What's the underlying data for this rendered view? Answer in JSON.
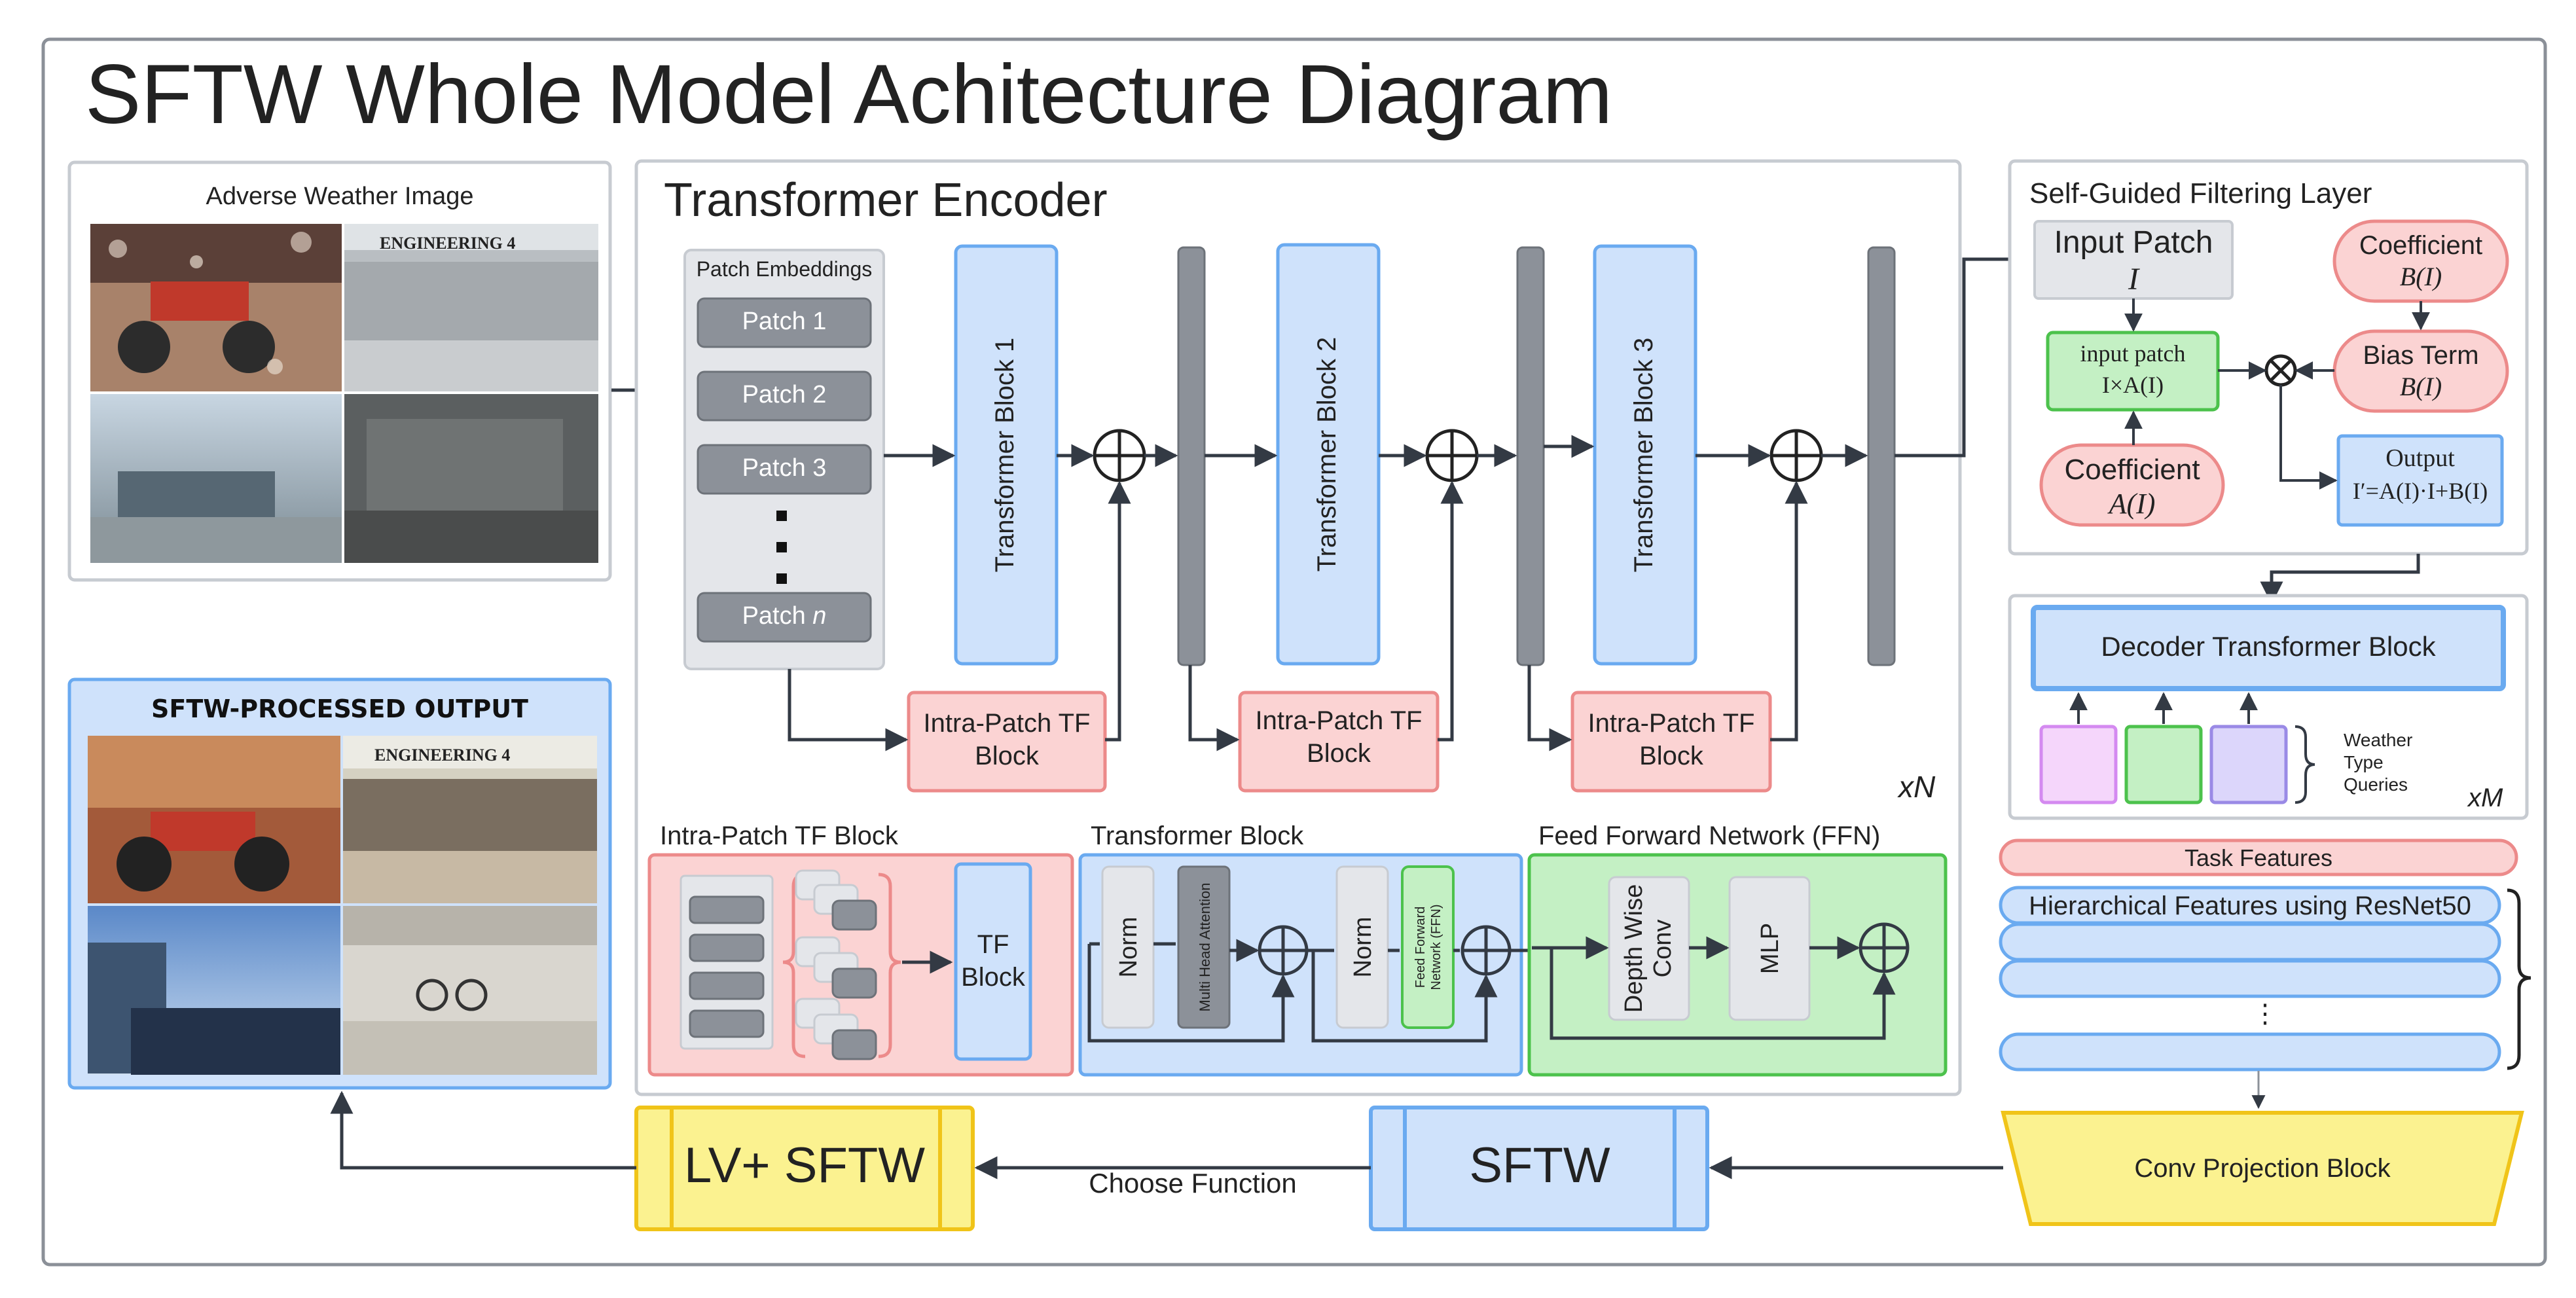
{
  "title": "SFTW Whole Model Achitecture Diagram",
  "input_panel": {
    "label": "Adverse Weather Image"
  },
  "output_panel": {
    "label": "SFTW-PROCESSED OUTPUT"
  },
  "photo_texts": {
    "sign": "ENGINEERING 4"
  },
  "encoder": {
    "title": "Transformer Encoder",
    "patch_title": "Patch Embeddings",
    "patches": [
      "Patch 1",
      "Patch 2",
      "Patch 3",
      "Patch"
    ],
    "patch_n": "n",
    "blocks": [
      "Transformer Block 1",
      "Transformer Block 2",
      "Transformer Block 3"
    ],
    "intra_line1": "Intra-Patch TF",
    "intra_line2": "Block",
    "repeat": "xN"
  },
  "details": {
    "intra_title": "Intra-Patch TF Block",
    "tf_line1": "TF",
    "tf_line2": "Block",
    "tblock_title": "Transformer Block",
    "norm": "Norm",
    "mha": "Multi Head Attention",
    "ffn_small_1": "Feed Forward",
    "ffn_small_2": "Network (FFN)",
    "ffn_title": "Feed Forward Network (FFN)",
    "dw_line1": "Depth Wise",
    "dw_line2": "Conv",
    "mlp": "MLP"
  },
  "sgf": {
    "title": "Self-Guided Filtering Layer",
    "input_patch": "Input Patch",
    "input_sym": "I",
    "mult_line1": "input patch",
    "mult_line2": "I×A(I)",
    "coef_b_label": "Coefficient",
    "coef_b_sym": "B(I)",
    "bias_label": "Bias Term",
    "bias_sym": "B(I)",
    "coef_a_label": "Coefficient",
    "coef_a_sym": "A(I)",
    "output_label": "Output",
    "output_formula": "I′=A(I)·I+B(I)"
  },
  "decoder": {
    "block": "Decoder Transformer Block",
    "queries_1": "Weather",
    "queries_2": "Type",
    "queries_3": "Queries",
    "repeat": "xM"
  },
  "features": {
    "task": "Task Features",
    "hier": "Hierarchical Features using ResNet50",
    "dots": "⋮"
  },
  "conv": "Conv Projection Block",
  "sftw": "SFTW",
  "lv": "LV+ SFTW",
  "choose": "Choose Function",
  "colors": {
    "blue_fill": "#cfe2fb",
    "blue_stroke": "#6aaaf0",
    "red_fill": "#fbd3d3",
    "red_stroke": "#ec8a8a",
    "green_fill": "#c4f0c4",
    "green_stroke": "#4cc24c",
    "yellow_fill": "#fbf290",
    "yellow_stroke": "#f0c419",
    "gray_fill": "#8c9199",
    "arrow": "#333a44"
  }
}
